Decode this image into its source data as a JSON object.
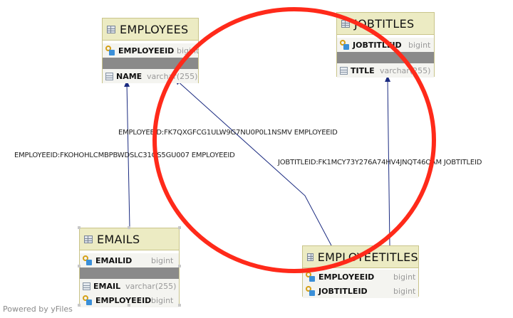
{
  "entities": {
    "employees": {
      "title": "EMPLOYEES",
      "rows": [
        {
          "name": "EMPLOYEEID",
          "type": "bigint",
          "icon": "primary-key-icon"
        },
        {
          "name": "NAME",
          "type": "varchar(255)",
          "icon": "column-icon"
        }
      ]
    },
    "jobtitles": {
      "title": "JOBTITLES",
      "rows": [
        {
          "name": "JOBTITLEID",
          "type": "bigint",
          "icon": "primary-key-icon"
        },
        {
          "name": "TITLE",
          "type": "varchar(255)",
          "icon": "column-icon"
        }
      ]
    },
    "emails": {
      "title": "EMAILS",
      "rows": [
        {
          "name": "EMAILID",
          "type": "bigint",
          "icon": "primary-key-icon"
        },
        {
          "name": "EMAIL",
          "type": "varchar(255)",
          "icon": "column-icon"
        },
        {
          "name": "EMPLOYEEID",
          "type": "bigint",
          "icon": "foreign-key-icon"
        }
      ]
    },
    "employeetitles": {
      "title": "EMPLOYEETITLES",
      "rows": [
        {
          "name": "EMPLOYEEID",
          "type": "bigint",
          "icon": "foreign-key-icon"
        },
        {
          "name": "JOBTITLEID",
          "type": "bigint",
          "icon": "foreign-key-icon"
        }
      ]
    }
  },
  "relations": {
    "emails_fk": "EMPLOYEEID:FKOHOHLCMBPBWDSLC31OS5GU007 EMPLOYEEID",
    "employeetitles_employee_fk": "EMPLOYEEID:FK7QXGFCG1ULW9G7NU0P0L1NSMV EMPLOYEEID",
    "employeetitles_jobtitle_fk": "JOBTITLEID:FK1MCY73Y276A74HV4JNQT46OAM JOBTITLEID"
  },
  "footer": {
    "powered_by": "Powered by yFiles"
  },
  "colors": {
    "header_bg": "#ecebc3",
    "border": "#c9c48a",
    "edge": "#1a2a80",
    "highlight_circle": "#ff2a1a"
  }
}
